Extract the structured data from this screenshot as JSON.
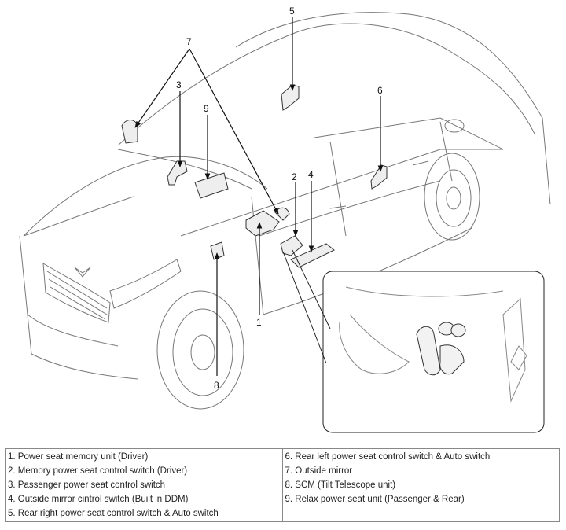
{
  "callouts": [
    "1",
    "2",
    "3",
    "4",
    "5",
    "6",
    "7",
    "8",
    "9"
  ],
  "legend": {
    "left": [
      "1. Power seat memory unit (Driver)",
      "2. Memory power seat control switch (Driver)",
      "3. Passenger power seat control switch",
      "4. Outside mirror cintrol switch (Built in DDM)",
      "5. Rear right power seat control switch & Auto switch"
    ],
    "right": [
      "6. Rear left power seat control switch & Auto switch",
      "7. Outside mirror",
      "8. SCM (Tilt Telescope unit)",
      "9. Relax power seat unit (Passenger & Rear)"
    ]
  }
}
